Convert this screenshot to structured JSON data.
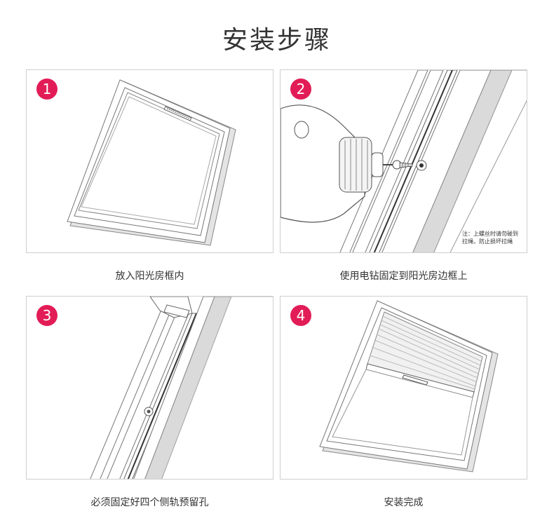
{
  "title": "安装步骤",
  "steps": [
    {
      "num": "1",
      "caption": "放入阳光房框内"
    },
    {
      "num": "2",
      "caption": "使用电钻固定到阳光房边框上",
      "note_line1": "注：上螺丝时请勿碰到",
      "note_line2": "拉绳，防止损坏拉绳"
    },
    {
      "num": "3",
      "caption": "必须固定好四个侧轨预留孔"
    },
    {
      "num": "4",
      "caption": "安装完成"
    }
  ],
  "colors": {
    "badge": "#e21c56",
    "border": "#cfcfcf",
    "frame_gray": "#d8d8d8"
  }
}
